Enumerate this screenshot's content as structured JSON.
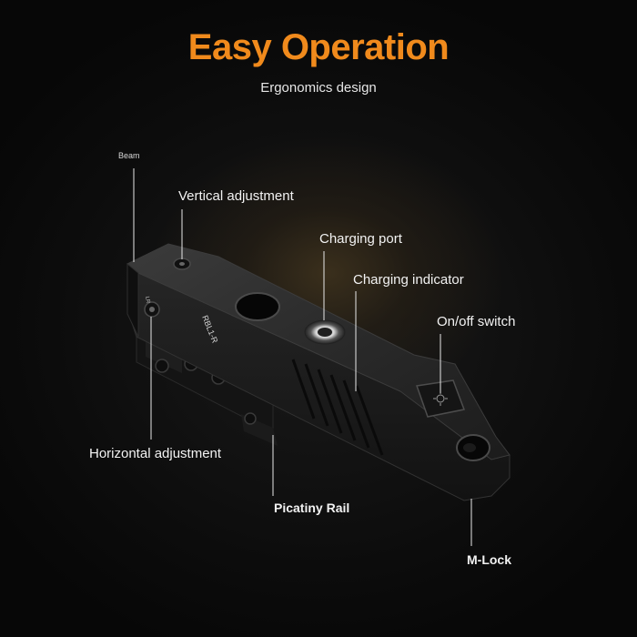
{
  "header": {
    "title": "Easy Operation",
    "subtitle": "Ergonomics design"
  },
  "colors": {
    "accent": "#f08a1c",
    "background": "#0b0b0b",
    "label_text": "#f2f2f2"
  },
  "callouts": {
    "beam": "Beam",
    "vertical_adjustment": "Vertical adjustment",
    "charging_port": "Charging port",
    "charging_indicator": "Charging indicator",
    "on_off_switch": "On/off switch",
    "horizontal_adjustment": "Horizontal adjustment",
    "picatiny_rail": "Picatiny Rail",
    "m_lock": "M-Lock"
  },
  "device": {
    "model_marking": "RBL1-R",
    "side_marking": "LR"
  }
}
